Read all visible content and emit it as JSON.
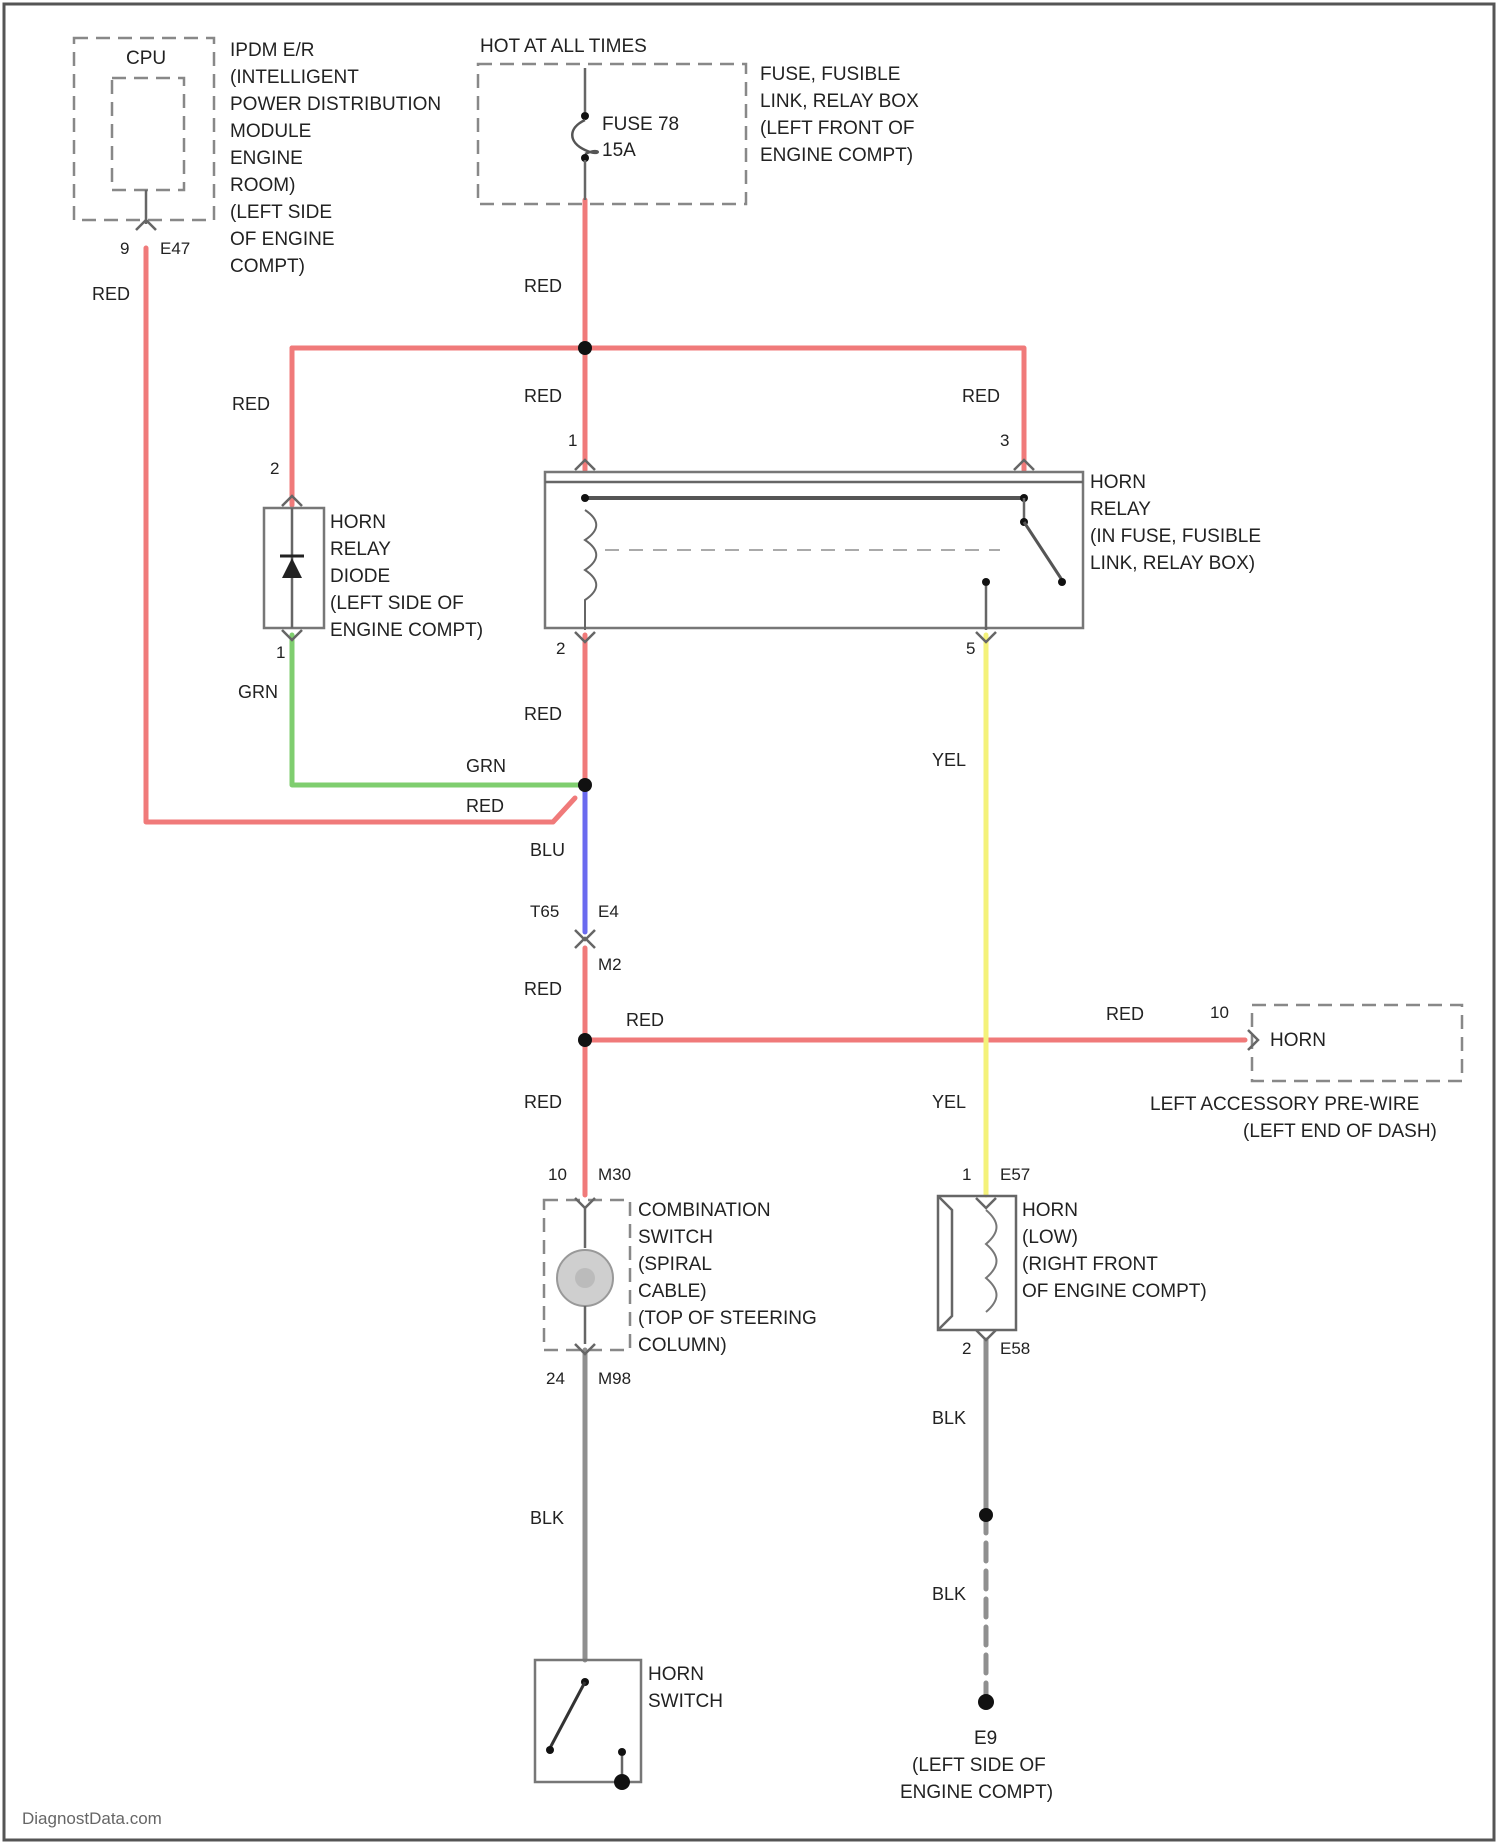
{
  "colors": {
    "red": "#f07a7a",
    "green": "#7fce6f",
    "blue": "#6a6aef",
    "yellow": "#f4f27a",
    "black_wire": "#8f8f8f",
    "frame": "#555555"
  },
  "labels": {
    "ipdm": [
      "IPDM E/R",
      "(INTELLIGENT",
      "POWER DISTRIBUTION",
      "MODULE",
      "ENGINE",
      "ROOM)",
      "(LEFT SIDE",
      "OF ENGINE",
      "COMPT)"
    ],
    "cpu": "CPU",
    "hot": "HOT AT ALL TIMES",
    "fuse": [
      "FUSE 78",
      "15A"
    ],
    "fuse_box": [
      "FUSE, FUSIBLE",
      "LINK, RELAY BOX",
      "(LEFT FRONT OF",
      "ENGINE COMPT)"
    ],
    "horn_relay": [
      "HORN",
      "RELAY",
      "(IN FUSE, FUSIBLE",
      "LINK, RELAY BOX)"
    ],
    "relay_diode": [
      "HORN",
      "RELAY",
      "DIODE",
      "(LEFT SIDE OF",
      "ENGINE COMPT)"
    ],
    "combo_switch": [
      "COMBINATION",
      "SWITCH",
      "(SPIRAL",
      "CABLE)",
      "(TOP OF STEERING",
      "COLUMN)"
    ],
    "horn_low": [
      "HORN",
      "(LOW)",
      "(RIGHT FRONT",
      "OF ENGINE COMPT)"
    ],
    "horn_switch": [
      "HORN",
      "SWITCH"
    ],
    "accessory_horn": "HORN",
    "accessory": [
      "LEFT ACCESSORY PRE-WIRE",
      "(LEFT END OF DASH)"
    ],
    "ground": [
      "E9",
      "(LEFT SIDE OF",
      "ENGINE COMPT)"
    ],
    "watermark": "DiagnostData.com"
  },
  "pins": {
    "ipdm_pin": "9",
    "ipdm_conn": "E47",
    "relay_1": "1",
    "relay_3": "3",
    "relay_2": "2",
    "relay_5": "5",
    "diode_2": "2",
    "diode_1": "1",
    "t65": "T65",
    "e4": "E4",
    "m2": "M2",
    "acc_pin": "10",
    "combo_top_pin": "10",
    "m30": "M30",
    "combo_bot_pin": "24",
    "m98": "M98",
    "horn_top_pin": "1",
    "e57": "E57",
    "horn_bot_pin": "2",
    "e58": "E58"
  },
  "wires": {
    "red": "RED",
    "grn": "GRN",
    "blu": "BLU",
    "yel": "YEL",
    "blk": "BLK"
  }
}
